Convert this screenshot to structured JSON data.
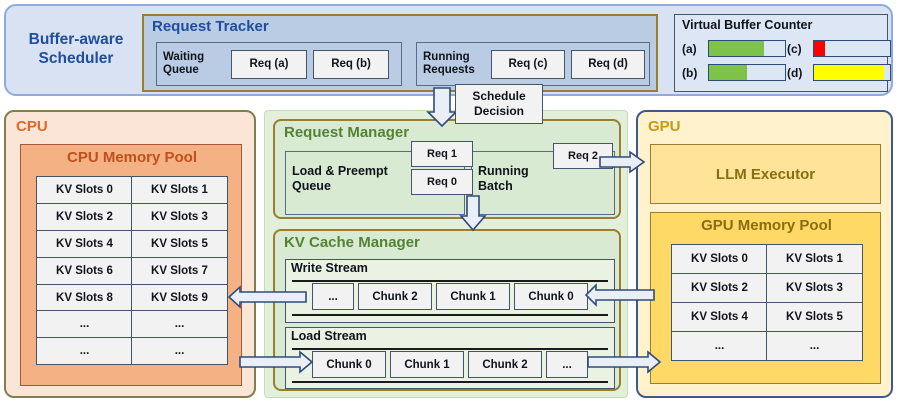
{
  "scheduler": {
    "title": "Buffer-aware\nScheduler",
    "title_line1": "Buffer-aware",
    "title_line2": "Scheduler",
    "accent": "#1f4e9c",
    "background": "#d9e2f3",
    "request_tracker": {
      "title": "Request Tracker",
      "background": "#b9cce4",
      "waiting": {
        "label_line1": "Waiting",
        "label_line2": "Queue",
        "chips": [
          "Req (a)",
          "Req (b)"
        ]
      },
      "running": {
        "label_line1": "Running",
        "label_line2": "Requests",
        "chips": [
          "Req (c)",
          "Req (d)"
        ]
      }
    },
    "virtual_buffer_counter": {
      "title": "Virtual Buffer Counter",
      "bars": [
        {
          "key": "(a)",
          "fill_percent": 72,
          "color": "#7fc24a"
        },
        {
          "key": "(b)",
          "fill_percent": 50,
          "color": "#7fc24a"
        },
        {
          "key": "(c)",
          "fill_percent": 14,
          "color": "#ff0000"
        },
        {
          "key": "(d)",
          "fill_percent": 92,
          "color": "#ffff00"
        }
      ]
    }
  },
  "schedule_decision": {
    "line1": "Schedule",
    "line2": "Decision"
  },
  "cpu": {
    "title": "CPU",
    "accent": "#e2662a",
    "background": "#fbe5d6",
    "memory_pool": {
      "title": "CPU Memory Pool",
      "background": "#f4b183",
      "slots": [
        "KV Slots 0",
        "KV Slots 1",
        "KV Slots 2",
        "KV Slots 3",
        "KV Slots 4",
        "KV Slots 5",
        "KV Slots 6",
        "KV Slots 7",
        "KV Slots 8",
        "KV Slots 9",
        "...",
        "...",
        "...",
        "..."
      ]
    }
  },
  "middle": {
    "background": "#e2efda",
    "request_manager": {
      "title": "Request Manager",
      "accent": "#548235",
      "load_preempt_queue": {
        "label_line1": "Load & Preempt",
        "label_line2": "Queue",
        "chips": [
          "Req 1",
          "Req 0"
        ]
      },
      "running_batch": {
        "label_line1": "Running",
        "label_line2": "Batch",
        "chips": [
          "Req 2"
        ]
      }
    },
    "kv_cache_manager": {
      "title": "KV Cache Manager",
      "accent": "#548235",
      "write_stream": {
        "title": "Write Stream",
        "chunks": [
          "...",
          "Chunk 2",
          "Chunk 1",
          "Chunk 0"
        ]
      },
      "load_stream": {
        "title": "Load Stream",
        "chunks": [
          "Chunk 0",
          "Chunk 1",
          "Chunk 2",
          "..."
        ]
      }
    }
  },
  "gpu": {
    "title": "GPU",
    "accent": "#c49a12",
    "background": "#fff2cc",
    "llm_executor": {
      "title": "LLM Executor"
    },
    "memory_pool": {
      "title": "GPU Memory Pool",
      "background": "#ffd966",
      "slots": [
        "KV Slots 0",
        "KV Slots 1",
        "KV Slots 2",
        "KV Slots 3",
        "KV Slots 4",
        "KV Slots 5",
        "...",
        "..."
      ]
    }
  },
  "arrow_color": {
    "stroke": "#2f4b7c",
    "fill": "#eaeff7"
  }
}
